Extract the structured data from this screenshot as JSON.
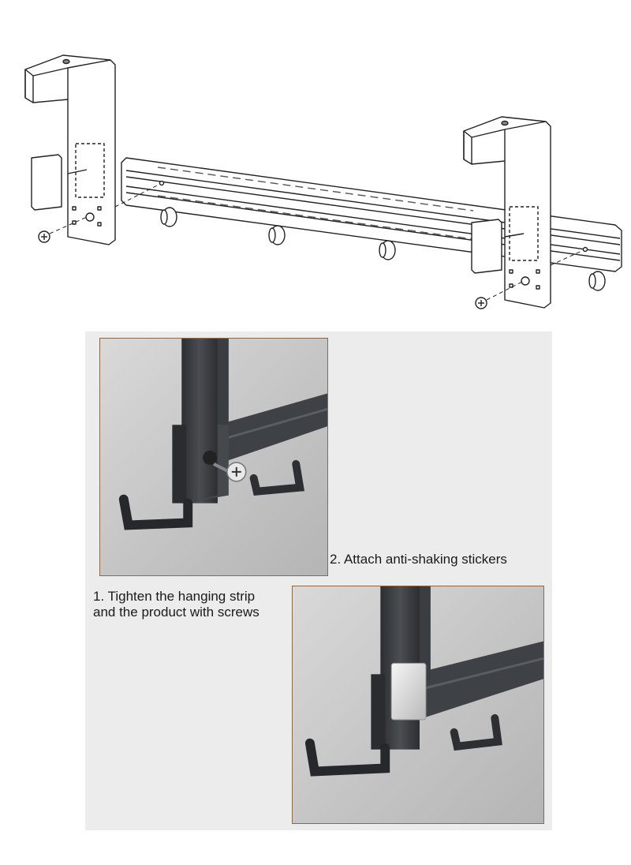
{
  "captions": {
    "step1_line1": "1. Tighten the hanging strip",
    "step1_line2": "and the product with screws",
    "step2": "2. Attach anti-shaking stickers"
  },
  "colors": {
    "photo_border": "#8a6a4a",
    "metal": "#3d3f42",
    "panel_background": "#ececec",
    "line_art": "#222222"
  },
  "icons": {
    "screw": "phillips-screw-icon"
  }
}
